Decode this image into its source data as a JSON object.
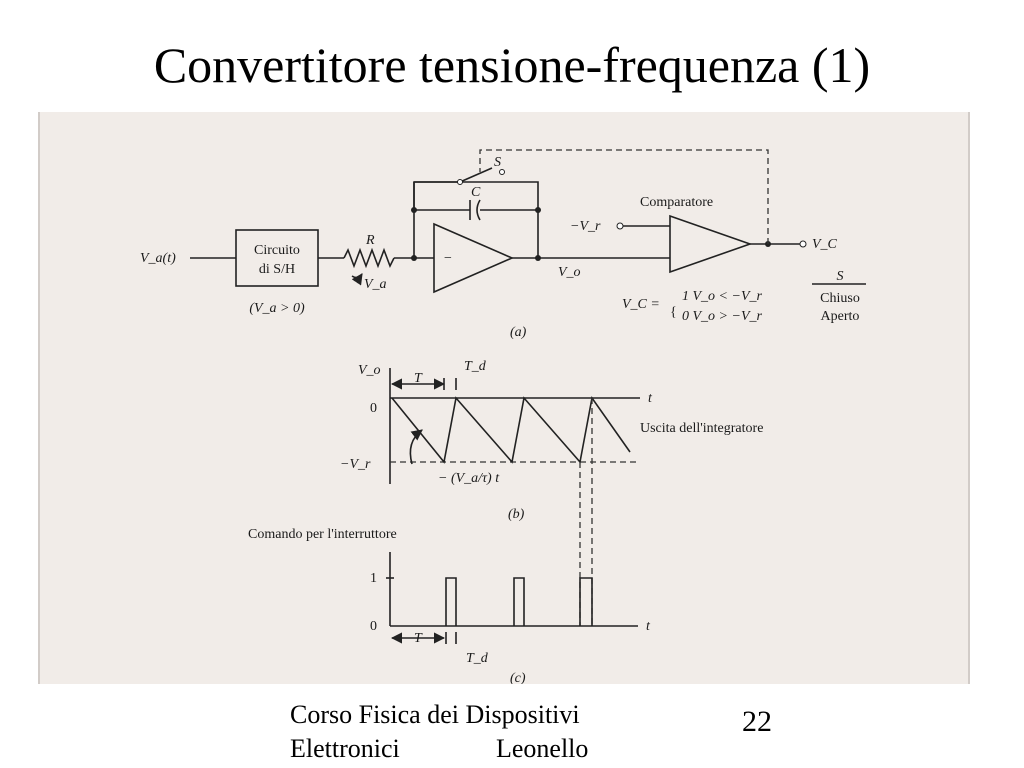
{
  "slide": {
    "title": "Convertitore tensione-frequenza (1)",
    "footer_course": "Corso Fisica dei Dispositivi",
    "footer_line2": "Elettronici",
    "footer_author": "Leonello",
    "page_number": "22"
  },
  "circuit": {
    "input_label": "V_a(t)",
    "sh_block_line1": "Circuito",
    "sh_block_line2": "di S/H",
    "sh_condition": "(V_a > 0)",
    "resistor_label": "R",
    "resistor_voltage": "V_a",
    "switch_label": "S",
    "capacitor_label": "C",
    "integrator_sign": "−",
    "integrator_output": "V_o",
    "comparator_label": "Comparatore",
    "reference_label": "−V_r",
    "comparator_output": "V_C",
    "truth_table_header": "S",
    "truth_lhs": "V_C =",
    "truth_row1": "1  V_o < −V_r",
    "truth_row1_state": "Chiuso",
    "truth_row2": "0  V_o > −V_r",
    "truth_row2_state": "Aperto",
    "caption": "(a)"
  },
  "integrator_plot": {
    "y_axis_label": "V_o",
    "x_axis_label": "t",
    "tick_zero": "0",
    "tick_neg": "−V_r",
    "period_label": "T",
    "discharge_label": "T_d",
    "slope_label": "− (V_a/τ) t",
    "curve_label": "Uscita dell'integratore",
    "caption": "(b)"
  },
  "switch_plot": {
    "title": "Comando per l'interruttore",
    "tick_one": "1",
    "tick_zero": "0",
    "x_axis_label": "t",
    "period_label": "T",
    "discharge_label": "T_d",
    "caption": "(c)"
  },
  "colors": {
    "paper": "#f1ece8",
    "ink": "#222222"
  }
}
